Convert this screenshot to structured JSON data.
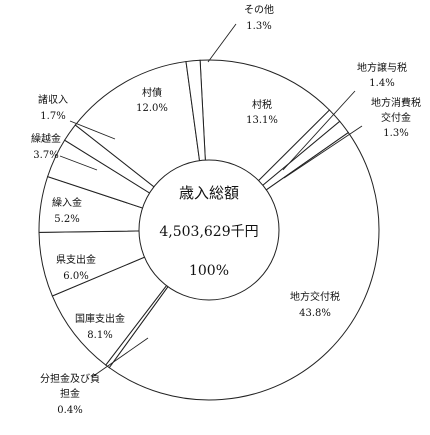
{
  "chart_data": {
    "type": "pie",
    "variant": "donut",
    "center": {
      "title": "歳入総額",
      "amount": "4,503,629千円",
      "percent": "100%"
    },
    "slices": [
      {
        "name": "村税",
        "value": 13.1,
        "label": "13.1%"
      },
      {
        "name": "地方譲与税",
        "value": 1.4,
        "label": "1.4%"
      },
      {
        "name": "地方消費税交付金",
        "value": 1.3,
        "label": "1.3%"
      },
      {
        "name": "地方交付税",
        "value": 43.8,
        "label": "43.8%"
      },
      {
        "name": "分担金及び負担金",
        "value": 0.4,
        "label": "0.4%"
      },
      {
        "name": "国庫支出金",
        "value": 8.1,
        "label": "8.1%"
      },
      {
        "name": "県支出金",
        "value": 6.0,
        "label": "6.0%"
      },
      {
        "name": "繰入金",
        "value": 5.2,
        "label": "5.2%"
      },
      {
        "name": "繰越金",
        "value": 3.7,
        "label": "3.7%"
      },
      {
        "name": "諸収入",
        "value": 1.7,
        "label": "1.7%"
      },
      {
        "name": "村債",
        "value": 12.0,
        "label": "12.0%"
      },
      {
        "name": "その他",
        "value": 1.3,
        "label": "1.3%"
      }
    ],
    "colors": {
      "fill": "#ffffff",
      "stroke": "#222222"
    }
  }
}
